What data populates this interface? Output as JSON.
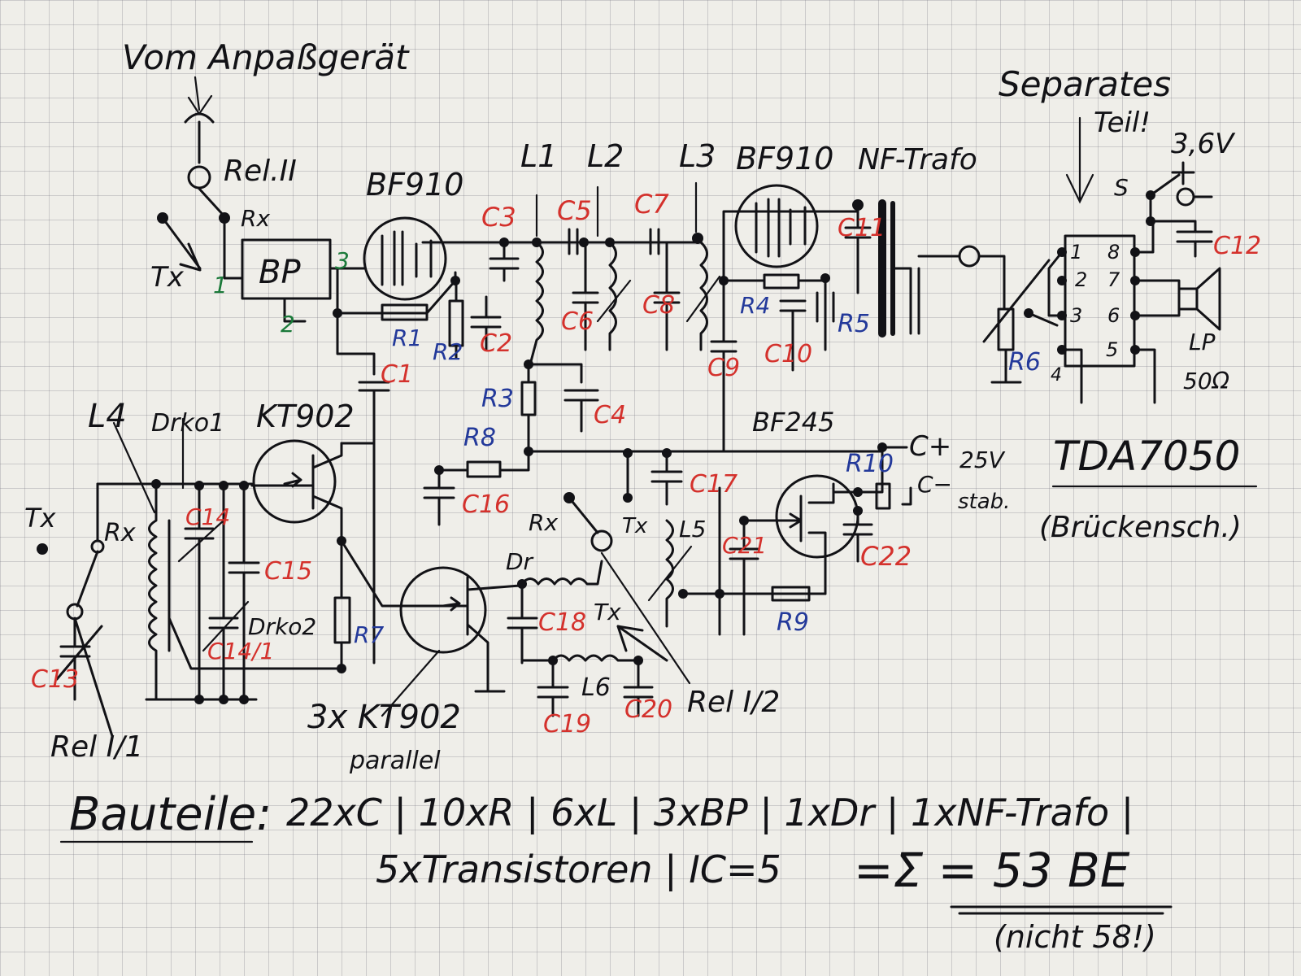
{
  "title_input": "Vom Anpaßgerät",
  "title_separate": "Separates",
  "title_separate_2": "Teil!",
  "labels": {
    "rel_ii": "Rel.II",
    "rx1": "Rx",
    "tx1": "Tx",
    "bp": "BP",
    "bp_pin1": "1",
    "bp_pin2": "2",
    "bp_pin3": "3",
    "bf910_1": "BF910",
    "bf910_2": "BF910",
    "nf_trafo": "NF-Trafo",
    "l1": "L1",
    "l2": "L2",
    "l3": "L3",
    "c3": "C3",
    "c5": "C5",
    "c7": "C7",
    "c11": "C11",
    "c2": "C2",
    "c6": "C6",
    "c8": "C8",
    "c9": "C9",
    "c10": "C10",
    "c1": "C1",
    "c4": "C4",
    "r1": "R1",
    "r2": "R2",
    "r3": "R3",
    "r4": "R4",
    "r5": "R5",
    "r8": "R8",
    "r6": "R6",
    "l4": "L4",
    "drko1": "Drko1",
    "kt902_1": "KT902",
    "tx2": "Tx",
    "rx2": "Rx",
    "c14": "C14",
    "c15": "C15",
    "c16": "C16",
    "c13": "C13",
    "c14_1": "C14/1",
    "drko2": "Drko2",
    "r7": "R7",
    "rel_i1": "Rel I/1",
    "kt902_3x": "3x KT902",
    "parallel": "parallel",
    "rx3": "Rx",
    "dr": "Dr",
    "tx3": "Tx",
    "c18": "C18",
    "l6": "L6",
    "c19": "C19",
    "c20": "C20",
    "rel_i2": "Rel I/2",
    "tx4": "Tx",
    "c17": "C17",
    "l5": "L5",
    "c21": "C21",
    "r9": "R9",
    "bf245": "BF245",
    "r10": "R10",
    "c22": "C22",
    "c_plus": "C+",
    "v25": "25V",
    "stab": "stab.",
    "c_minus": "C−",
    "v36": "3,6V",
    "s": "S",
    "c12": "C12",
    "pin1": "1",
    "pin2": "2",
    "pin3": "3",
    "pin4": "4",
    "pin5": "5",
    "pin6": "6",
    "pin7": "7",
    "pin8": "8",
    "lp": "LP",
    "ohm": "50Ω",
    "tda": "TDA7050",
    "bruecken": "(Brückensch.)"
  },
  "summary": {
    "line1_label": "Bauteile:",
    "line1_values": "22xC | 10xR | 6xL | 3xBP | 1xDr | 1xNF-Trafo |",
    "line2_values": "5xTransistoren | IC=5",
    "total": "=Σ = 53 BE",
    "note": "(nicht 58!)"
  },
  "colors": {
    "ink": "#121216",
    "red": "#d4312c",
    "blue": "#23399a",
    "green": "#1b7a3a",
    "paper": "#efeee9",
    "grid": "#7a7a82"
  }
}
